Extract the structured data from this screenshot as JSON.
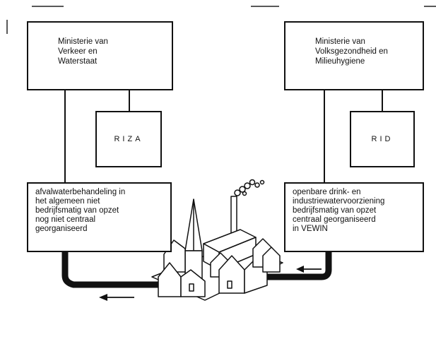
{
  "ministries": {
    "left": {
      "lines": [
        "Ministerie van",
        "Verkeer en",
        "Waterstaat"
      ]
    },
    "right": {
      "lines": [
        "Ministerie van",
        "Volksgezondheid en",
        "Milieuhygiene"
      ]
    }
  },
  "agencies": {
    "left": "RIZA",
    "right": "RID"
  },
  "notes": {
    "left": {
      "lines": [
        "afvalwaterbehandeling in",
        "het algemeen niet",
        "bedrijfsmatig van opzet",
        "nog niet centraal",
        "georganiseerd"
      ]
    },
    "right": {
      "lines": [
        "openbare drink- en",
        "industriewatervoorziening",
        "bedrijfsmatig van opzet",
        "centraal georganiseerd",
        "in VEWIN"
      ]
    }
  },
  "colors": {
    "ink": "#111111",
    "paper": "#ffffff"
  },
  "icons": [
    "town-illustration",
    "factory-smoke",
    "flow-arrow-left"
  ]
}
